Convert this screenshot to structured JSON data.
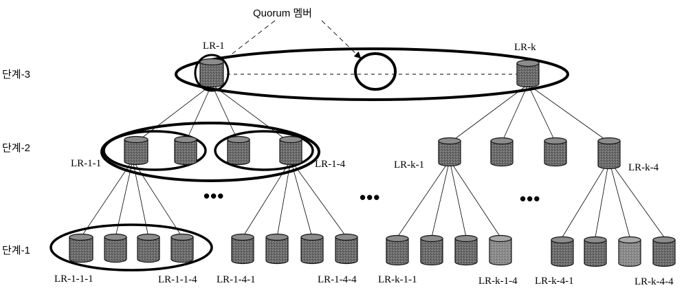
{
  "diagram": {
    "quorum_label": "Quorum 멤버",
    "levels": {
      "level3": "단계-3",
      "level2": "단계-2",
      "level1": "단계-1"
    },
    "node_labels": {
      "lr_1": "LR-1",
      "lr_k": "LR-k",
      "lr_1_1": "LR-1-1",
      "lr_1_4": "LR-1-4",
      "lr_k_1": "LR-k-1",
      "lr_k_4": "LR-k-4",
      "lr_1_1_1": "LR-1-1-1",
      "lr_1_1_4": "LR-1-1-4",
      "lr_1_4_1": "LR-1-4-1",
      "lr_1_4_4": "LR-1-4-4",
      "lr_k_1_1": "LR-k-1-1",
      "lr_k_1_4": "LR-k-1-4",
      "lr_k_4_1": "LR-k-4-1",
      "lr_k_4_4": "LR-k-4-4"
    },
    "ellipsis": "•••"
  }
}
